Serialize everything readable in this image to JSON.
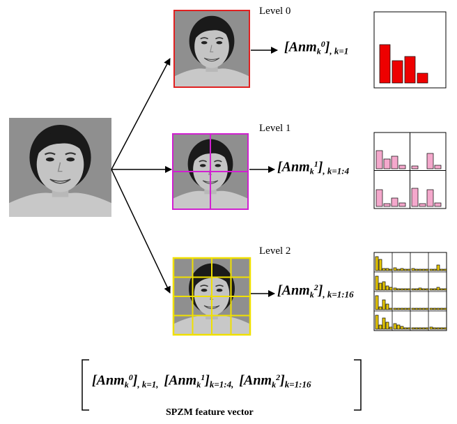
{
  "levels": [
    {
      "label": "Level 0",
      "formula_sup": "0",
      "formula_range": ", k=1",
      "color": "#e02020"
    },
    {
      "label": "Level 1",
      "formula_sup": "1",
      "formula_range": ", k=1:4",
      "color": "#d020d0"
    },
    {
      "label": "Level 2",
      "formula_sup": "2",
      "formula_range": ", k=1:16",
      "color": "#f0e000"
    }
  ],
  "formula_base": "[Anm",
  "formula_sub": "k",
  "formula_close": "]",
  "feature_vector": {
    "part0_sup": "0",
    "part0_range": ", k=1,",
    "part1_sup": "1",
    "part1_range": "k=1:4,",
    "part2_sup": "2",
    "part2_range": "k=1:16",
    "caption": "SPZM feature vector"
  },
  "histogram_colors": {
    "level0": "#ee0000",
    "level1": "#f4a8cc",
    "level2": "#e8c800"
  }
}
